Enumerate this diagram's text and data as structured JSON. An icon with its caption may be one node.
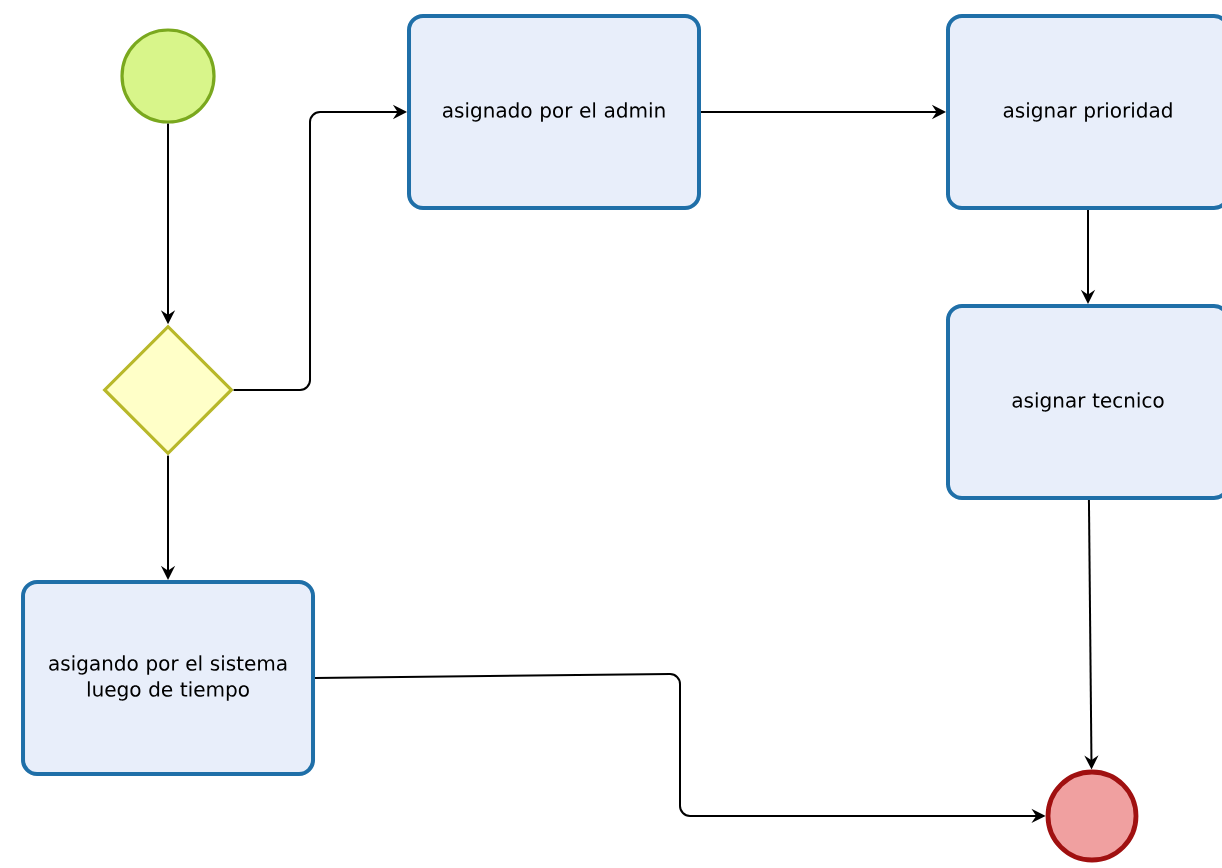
{
  "diagram": {
    "nodes": [
      {
        "text": [],
        "shape": "circle"
      },
      {
        "text": [],
        "shape": "diamond"
      },
      {
        "text": [
          "asignado por el admin"
        ]
      },
      {
        "text": [
          "asignar prioridad"
        ]
      },
      {
        "text": [
          "asignar tecnico"
        ]
      },
      {
        "text": [
          "asigando por el sistema luego de tiempo"
        ]
      },
      {
        "text": [],
        "shape": "circle"
      }
    ],
    "edges": [
      {
        "from": 0,
        "to": 1,
        "arrow": "to"
      },
      {
        "from": 1,
        "to": 2,
        "arrow": "to"
      },
      {
        "from": 2,
        "to": 3,
        "arrow": "to"
      },
      {
        "from": 3,
        "to": 4,
        "arrow": "to"
      },
      {
        "from": 4,
        "to": 6,
        "arrow": "to"
      },
      {
        "from": 1,
        "to": 5,
        "arrow": "to"
      },
      {
        "from": 5,
        "to": 6,
        "arrow": "to"
      }
    ]
  }
}
